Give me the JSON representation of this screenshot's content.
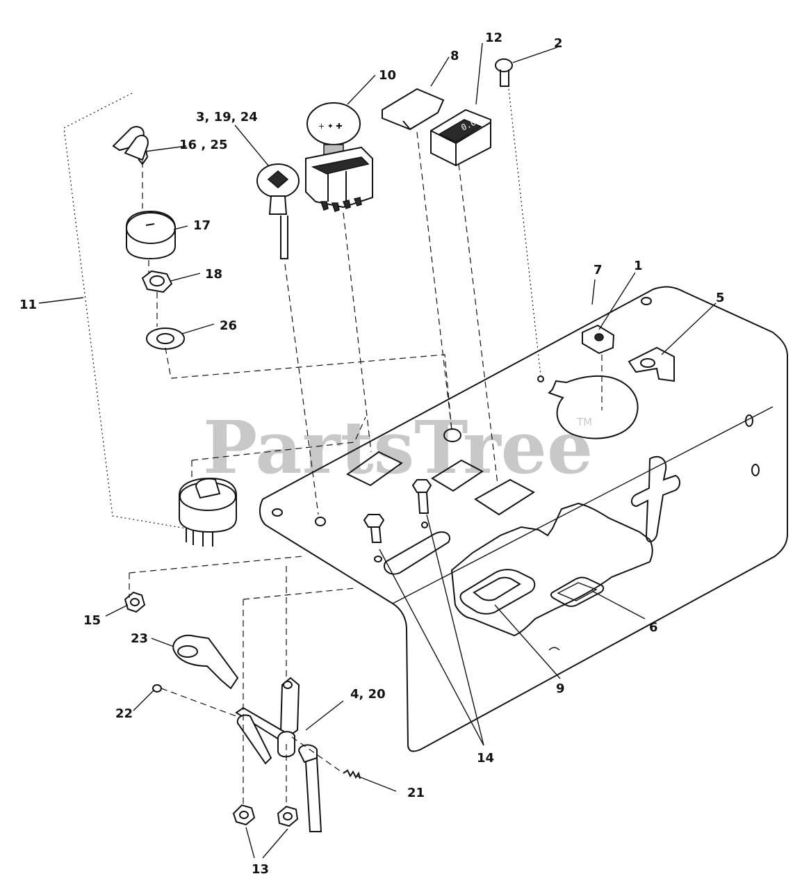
{
  "watermark": {
    "text": "PartsTree",
    "trademark": "TM"
  },
  "callouts": {
    "c1": "1",
    "c2": "2",
    "c3": "3, 19, 24",
    "c4": "4, 20",
    "c5": "5",
    "c6": "6",
    "c7": "7",
    "c8": "8",
    "c9": "9",
    "c10": "10",
    "c11": "11",
    "c12": "12",
    "c13": "13",
    "c14": "14",
    "c15": "15",
    "c16": "16 , 25",
    "c17": "17",
    "c18": "18",
    "c21": "21",
    "c22": "22",
    "c23": "23",
    "c26": "26"
  }
}
